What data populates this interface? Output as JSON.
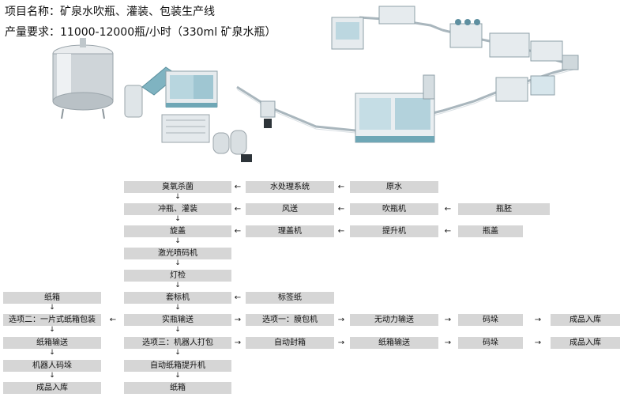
{
  "header": {
    "line1": "项目名称：矿泉水吹瓶、灌装、包装生产线",
    "line2": "产量要求：11000-12000瓶/小时（330ml 矿泉水瓶）"
  },
  "flow": {
    "b_chouyang": "臭氧杀菌",
    "b_shuichuli": "水处理系统",
    "b_yuanshui": "原水",
    "b_chongping": "冲瓶、灌装",
    "b_fengsong": "风送",
    "b_chuipingji": "吹瓶机",
    "b_pingpei": "瓶胚",
    "b_xuangai": "旋盖",
    "b_ligaiji": "理盖机",
    "b_tishengji": "提升机",
    "b_pinggai": "瓶盖",
    "b_jiguang": "激光喷码机",
    "b_dengjian": "灯检",
    "b_zhixiang_top": "纸箱",
    "b_taobiaoji": "套标机",
    "b_biaoqianzhi": "标签纸",
    "b_option2": "选项二：一片式纸箱包装",
    "b_shiping": "实瓶输送",
    "b_option1": "选项一：膜包机",
    "b_wudongli": "无动力输送",
    "b_maduo1": "码垛",
    "b_ruku1": "成品入库",
    "b_zhixiang_ss1": "纸箱输送",
    "b_option3": "选项三：机器人打包",
    "b_zidongfeng": "自动封箱",
    "b_zhixiang_ss2": "纸箱输送",
    "b_maduo2": "码垛",
    "b_ruku2": "成品入库",
    "b_jiqiren": "机器人码垛",
    "b_tisheng_zx": "自动纸箱提升机",
    "b_ruku3": "成品入库",
    "b_zhixiang_bottom": "纸箱"
  },
  "arrows": {
    "left": "←",
    "right": "→",
    "down": "↓"
  }
}
